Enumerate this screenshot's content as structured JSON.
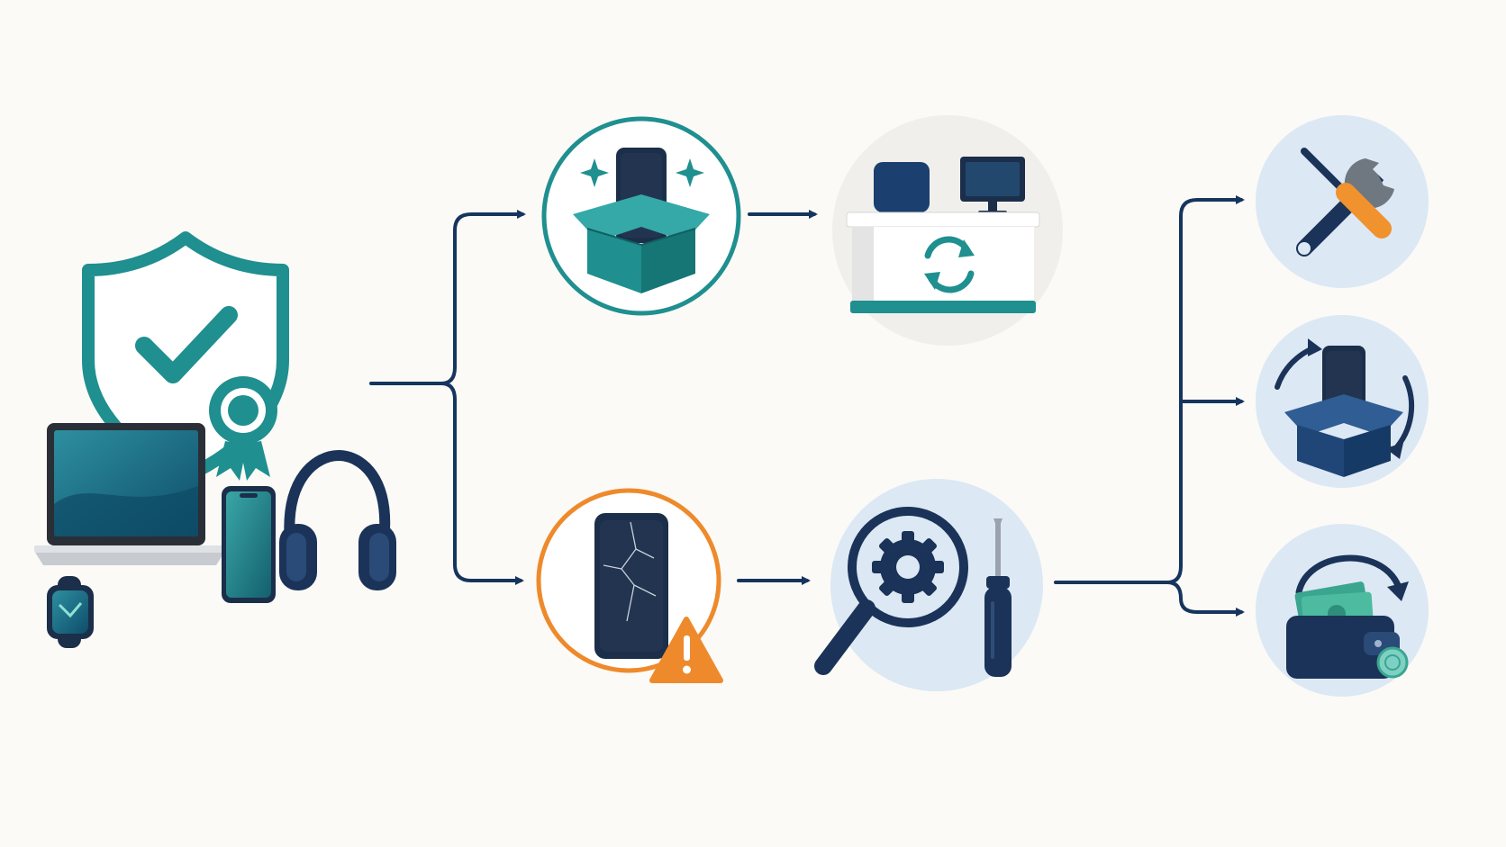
{
  "colors": {
    "background": "#fbfaf6",
    "navy": "#16355e",
    "teal": "#1f8f8f",
    "orange": "#ee8a2b",
    "light_blue_bg": "#dce8f4",
    "light_gray_bg": "#f1efec"
  },
  "nodes": [
    {
      "id": "source",
      "icon": "protected-devices-icon"
    },
    {
      "id": "new-item",
      "icon": "new-phone-in-box-icon"
    },
    {
      "id": "return-desk",
      "icon": "return-counter-icon"
    },
    {
      "id": "damaged-item",
      "icon": "cracked-phone-warning-icon"
    },
    {
      "id": "inspection",
      "icon": "inspection-tools-icon"
    },
    {
      "id": "repair",
      "icon": "repair-tools-icon"
    },
    {
      "id": "replacement",
      "icon": "replacement-box-icon"
    },
    {
      "id": "refund",
      "icon": "refund-wallet-icon"
    }
  ]
}
